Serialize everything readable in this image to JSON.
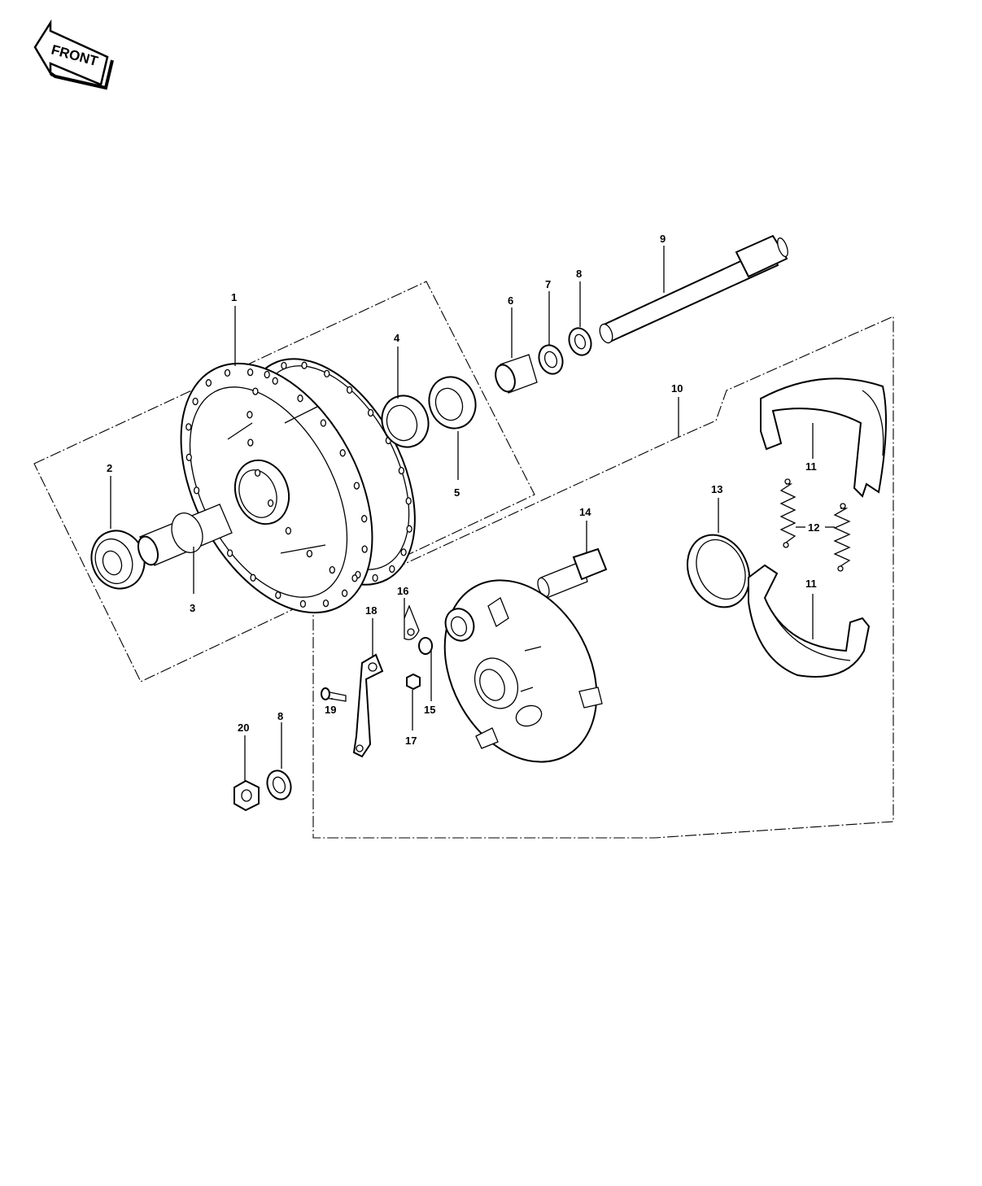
{
  "badge": {
    "text": "FRONT"
  },
  "labels": {
    "p1": "1",
    "p2": "2",
    "p3": "3",
    "p4": "4",
    "p5": "5",
    "p6": "6",
    "p7": "7",
    "p8a": "8",
    "p8b": "8",
    "p9": "9",
    "p10": "10",
    "p11a": "11",
    "p11b": "11",
    "p12": "12",
    "p13": "13",
    "p14": "14",
    "p15": "15",
    "p16": "16",
    "p17": "17",
    "p18": "18",
    "p19": "19",
    "p20": "20"
  }
}
